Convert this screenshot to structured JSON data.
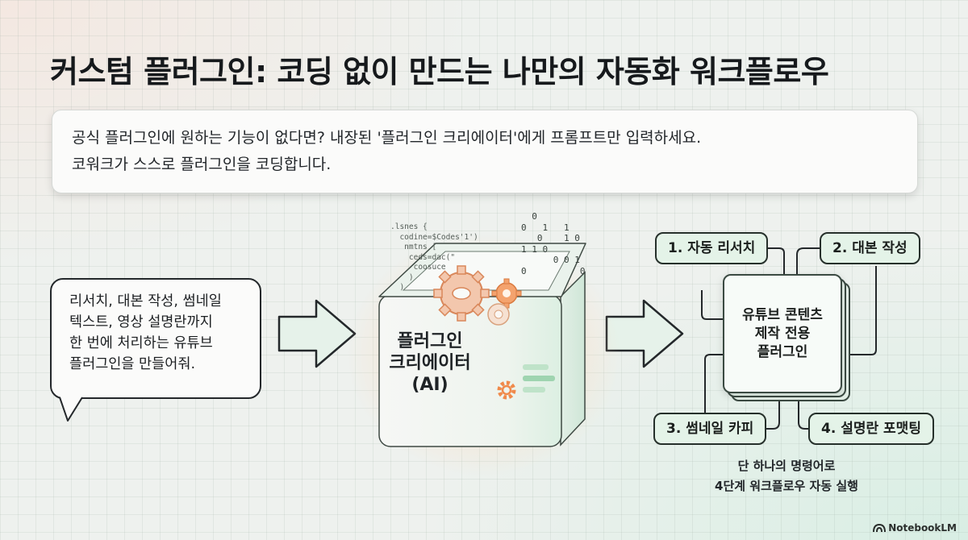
{
  "title": "커스텀 플러그인: 코딩 없이 만드는 나만의 자동화 워크플로우",
  "intro": {
    "line1": "공식 플러그인에 원하는 기능이 없다면? 내장된 '플러그인 크리에이터'에게 프롬프트만 입력하세요.",
    "line2": "코워크가 스스로 플러그인을 코딩합니다."
  },
  "prompt_bubble": {
    "line1": "리서치, 대본 작성, 썸네일",
    "line2": "텍스트, 영상 설명란까지",
    "line3": "한 번에 처리하는 유튜브",
    "line4": "플러그인을 만들어줘."
  },
  "creator_box": {
    "line1": "플러그인",
    "line2": "크리에이터",
    "line3": "(AI)"
  },
  "code_snippet": {
    "line1": ".lsnes {",
    "line2": "  codine=$Codes'1')",
    "line3": "   nmtns [",
    "line4": "    ceds=dac(\"",
    "line5": "     coosuce",
    "line6": "    )",
    "line7": "  )"
  },
  "binary": {
    "line1": "  0",
    "line2": "0   1   1",
    "line3": "   0    1 0",
    "line4": "1 1 0",
    "line5": "      0 0 1",
    "line6": "0          0"
  },
  "plugin": {
    "line1": "유튜브 콘텐츠",
    "line2": "제작 전용",
    "line3": "플러그인"
  },
  "steps": [
    {
      "label": "1. 자동 리서치"
    },
    {
      "label": "2. 대본 작성"
    },
    {
      "label": "3. 썸네일 카피"
    },
    {
      "label": "4. 설명란 포맷팅"
    }
  ],
  "caption": {
    "line1": "단 하나의 명령어로",
    "line2": "4단계 워크플로우 자동 실행"
  },
  "brand": "NotebookLM",
  "colors": {
    "accent_orange": "#f08a4b",
    "accent_green": "#7fc79a",
    "pill_fill": "#e4f3e8",
    "arrow_fill": "#e6f2ea",
    "outline": "#24282b"
  },
  "icons": [
    "gear-icon",
    "arrow-right-icon",
    "notebooklm-logo-icon"
  ]
}
